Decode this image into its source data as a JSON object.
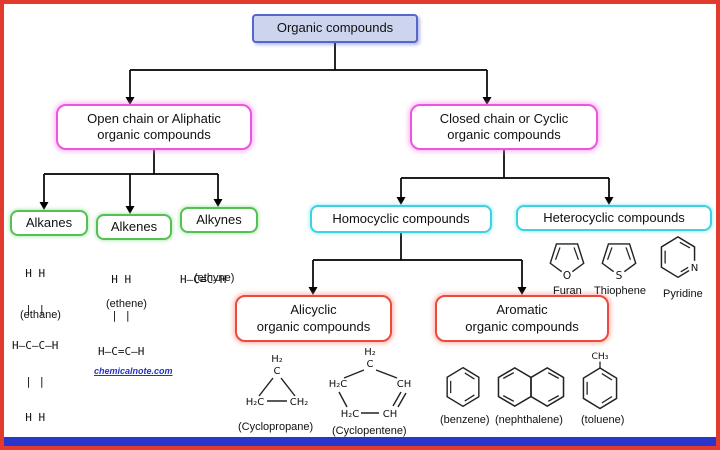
{
  "colors": {
    "frame_border": "#e23b2e",
    "footer_bar": "#2a35cc",
    "root_border": "#5566cc",
    "root_fill": "#ccd4ee",
    "branch_border": "#ee55dd",
    "family_border": "#55c055",
    "cyclic_border": "#3cd2e0",
    "subcyclic_border": "#ec4a3c",
    "watermark": "#2233cc"
  },
  "nodes": {
    "root": "Organic compounds",
    "open_chain": {
      "line1": "Open chain or Aliphatic",
      "line2": "organic compounds"
    },
    "closed_chain": {
      "line1": "Closed chain or Cyclic",
      "line2": "organic compounds"
    },
    "alkanes": "Alkanes",
    "alkenes": "Alkenes",
    "alkynes": "Alkynes",
    "homocyclic": "Homocyclic compounds",
    "heterocyclic": "Heterocyclic compounds",
    "alicyclic": {
      "line1": "Alicyclic",
      "line2": "organic compounds"
    },
    "aromatic": {
      "line1": "Aromatic",
      "line2": "organic compounds"
    }
  },
  "structures": {
    "ethane": {
      "lines": [
        "  H H",
        "  | |",
        "H—C—C—H",
        "  | |",
        "  H H"
      ],
      "caption": "(ethane)"
    },
    "ethene": {
      "lines": [
        "  H H",
        "  | |",
        "H—C=C—H"
      ],
      "caption": "(ethene)"
    },
    "ethyne": {
      "lines": [
        "H—C≡C—H"
      ],
      "caption": "(ethyne)"
    },
    "furan": {
      "atom": "O",
      "caption": "Furan"
    },
    "thiophene": {
      "atom": "S",
      "caption": "Thiophene"
    },
    "pyridine": {
      "atom": "N",
      "caption": "Pyridine"
    },
    "cyclopropane": {
      "labels": {
        "top_sub": "H₂",
        "top_atom": "C",
        "bottom_left": "H₂C",
        "bottom_right": "CH₂"
      },
      "caption": "(Cyclopropane)"
    },
    "cyclopentene": {
      "labels": {
        "top_sub": "H₂",
        "top_atom": "C",
        "left": "H₂C",
        "right": "CH",
        "bottom_left": "H₂C",
        "bottom_right": "CH"
      },
      "caption": "(Cyclopentene)"
    },
    "benzene": {
      "caption": "(benzene)"
    },
    "naphthalene": {
      "caption": "(nephthalene)"
    },
    "toluene": {
      "methyl": "CH₃",
      "caption": "(toluene)"
    }
  },
  "watermark": {
    "text": "chemicalnote.com"
  }
}
